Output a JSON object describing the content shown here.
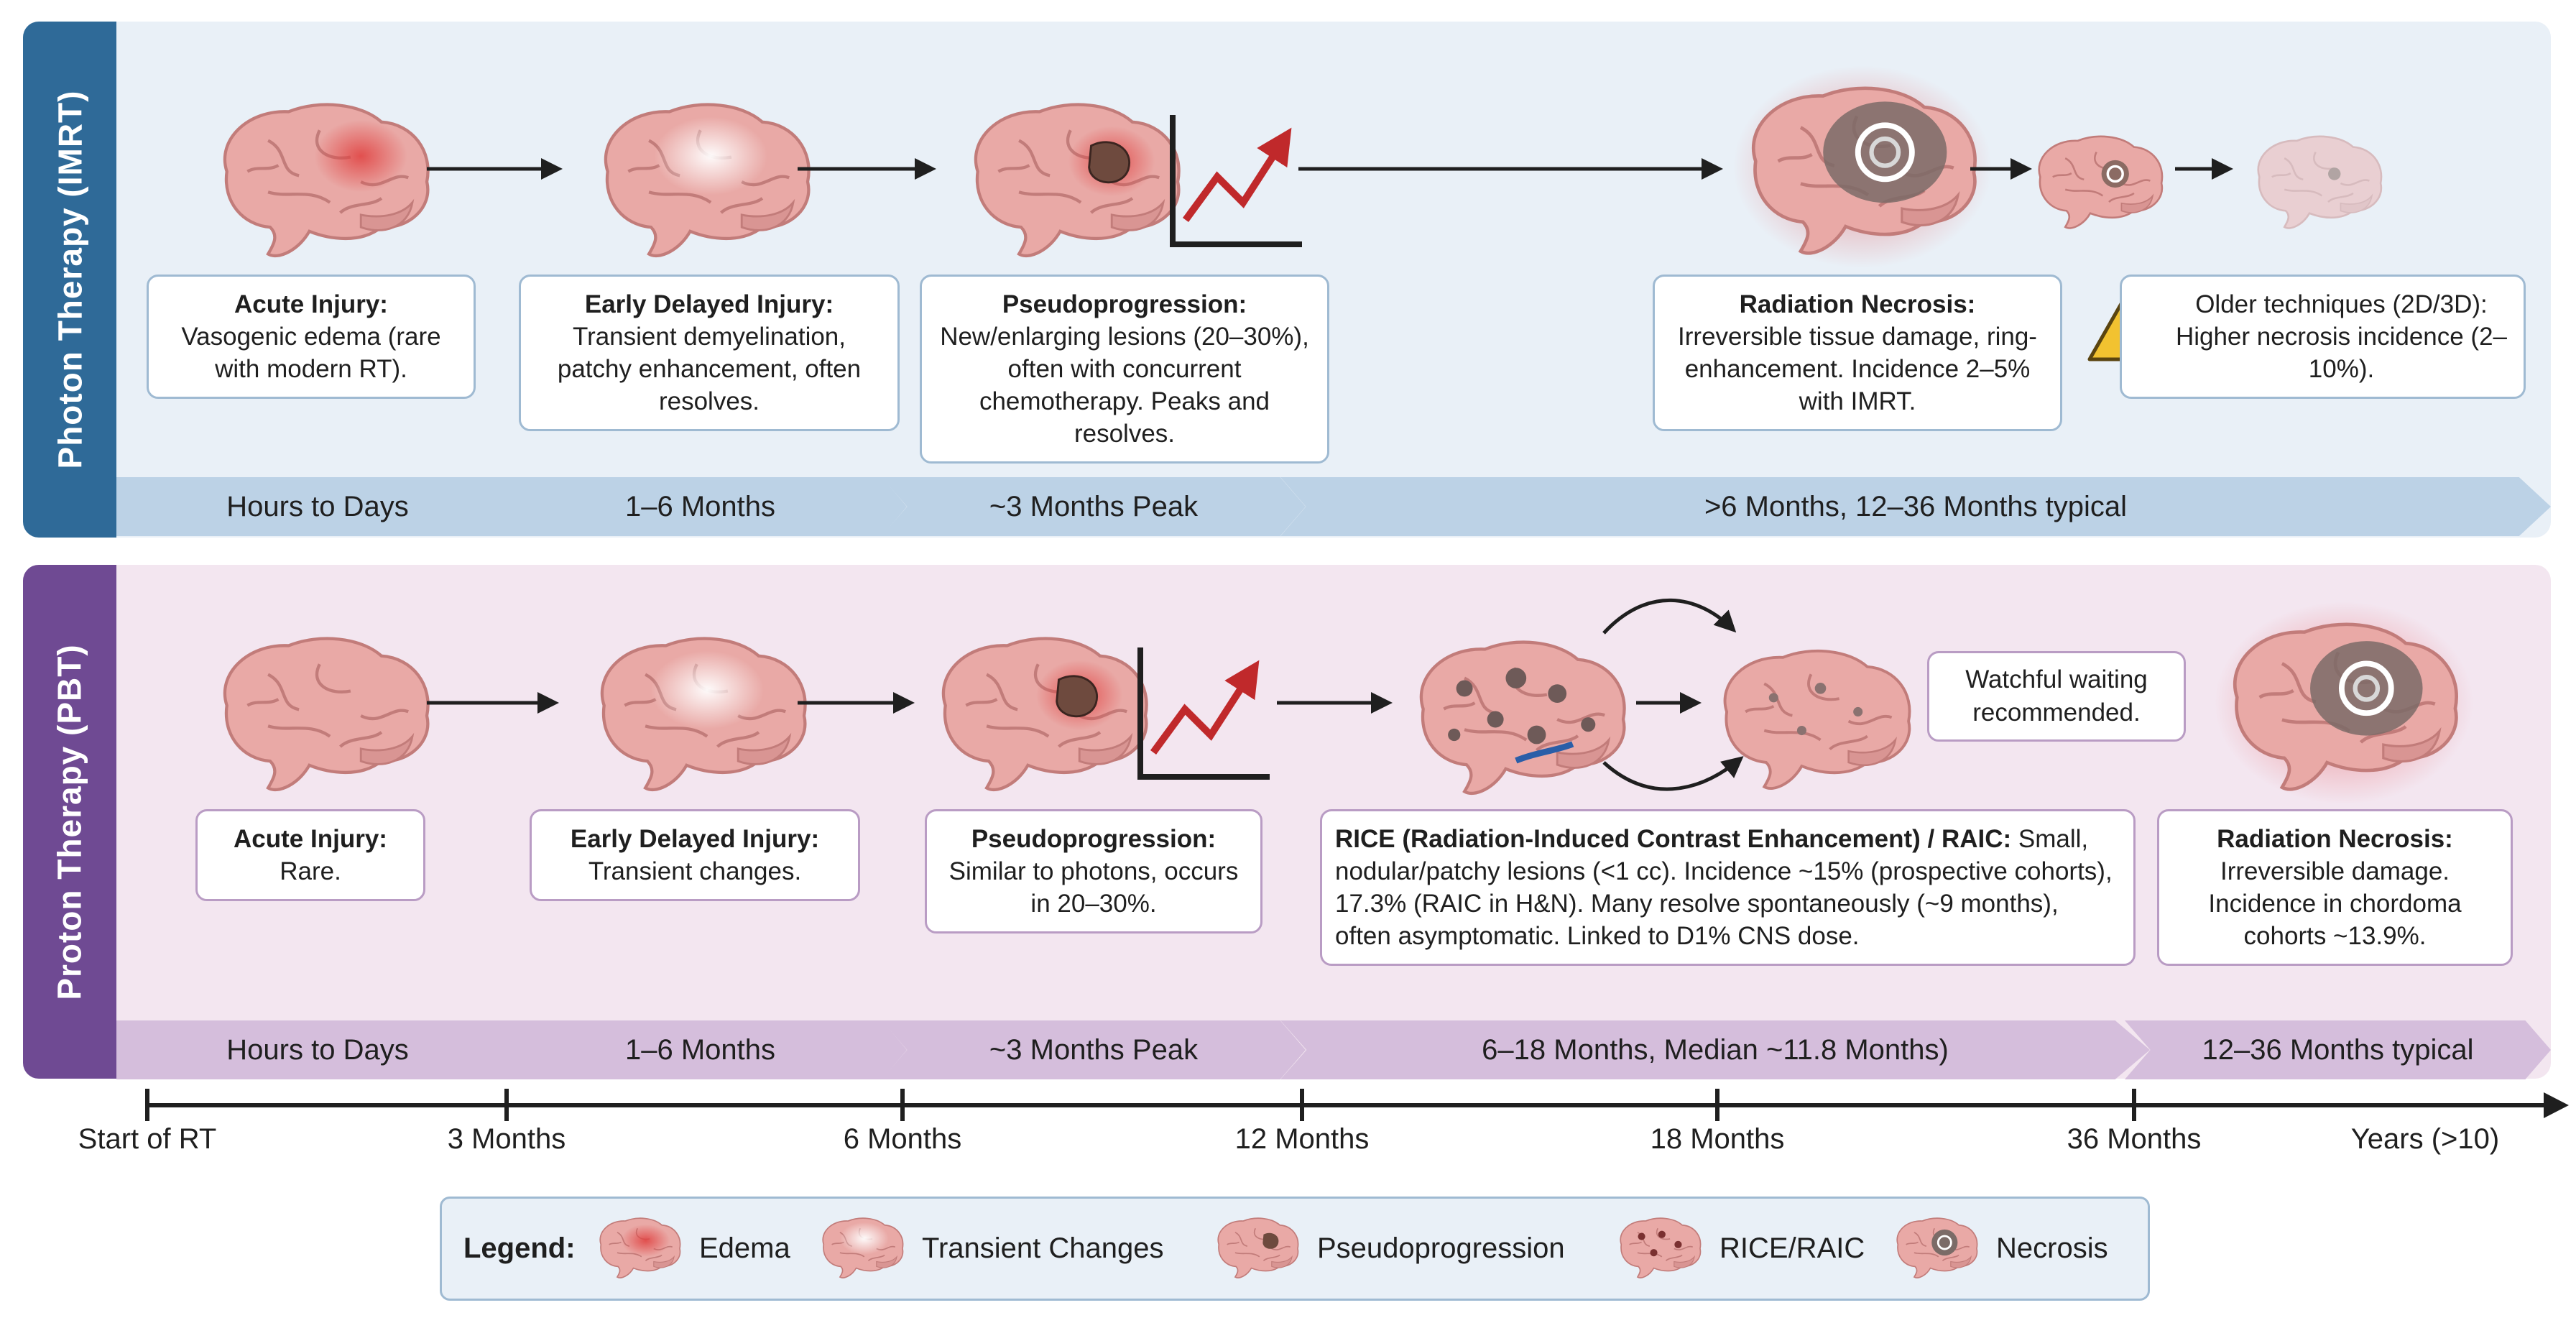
{
  "photon": {
    "side_label": "Photon Therapy (IMRT)",
    "boxes": {
      "acute": {
        "title": "Acute Injury:",
        "text": "Vasogenic edema (rare with modern RT)."
      },
      "early": {
        "title": "Early Delayed Injury:",
        "text": "Transient demyelination, patchy enhancement, often resolves."
      },
      "pseudo": {
        "title": "Pseudoprogression:",
        "text": "New/enlarging lesions (20–30%), often with concurrent chemotherapy. Peaks and resolves."
      },
      "necrosis": {
        "title": "Radiation Necrosis:",
        "text": "Irreversible tissue damage, ring-enhancement. Incidence 2–5% with IMRT."
      },
      "older": {
        "text": "Older techniques (2D/3D): Higher necrosis incidence (2–10%)."
      }
    },
    "stages": [
      "Hours to Days",
      "1–6 Months",
      "~3 Months Peak",
      ">6 Months, 12–36 Months typical"
    ]
  },
  "proton": {
    "side_label": "Proton Therapy (PBT)",
    "boxes": {
      "acute": {
        "title": "Acute Injury:",
        "text": "Rare."
      },
      "early": {
        "title": "Early Delayed Injury:",
        "text": "Transient changes."
      },
      "pseudo": {
        "title": "Pseudoprogression:",
        "text": "Similar to photons, occurs in 20–30%."
      },
      "rice": {
        "title": "RICE (Radiation-Induced Contrast Enhancement) / RAIC:",
        "text": "Small, nodular/patchy lesions (<1 cc). Incidence ~15% (prospective cohorts), 17.3% (RAIC in H&N). Many resolve spontaneously (~9 months), often asymptomatic. Linked to D1% CNS dose."
      },
      "necrosis": {
        "title": "Radiation Necrosis:",
        "text": "Irreversible damage. Incidence in chordoma cohorts ~13.9%."
      }
    },
    "bubble": "Watchful waiting recommended.",
    "stages": [
      "Hours to Days",
      "1–6 Months",
      "~3 Months Peak",
      "6–18 Months, Median ~11.8 Months)",
      "12–36 Months typical"
    ]
  },
  "timeline": {
    "ticks": [
      "Start of RT",
      "3 Months",
      "6 Months",
      "12 Months",
      "18 Months",
      "36 Months",
      "Years (>10)"
    ]
  },
  "legend": {
    "title": "Legend:",
    "items": [
      "Edema",
      "Transient Changes",
      "Pseudoprogression",
      "RICE/RAIC",
      "Necrosis"
    ]
  },
  "colors": {
    "photon_accent": "#2f6a98",
    "proton_accent": "#6f4a93",
    "brain": "#e9a9a6",
    "edema": "#e0403f",
    "trend_arrow": "#c0292b",
    "warning": "#f2c230"
  }
}
